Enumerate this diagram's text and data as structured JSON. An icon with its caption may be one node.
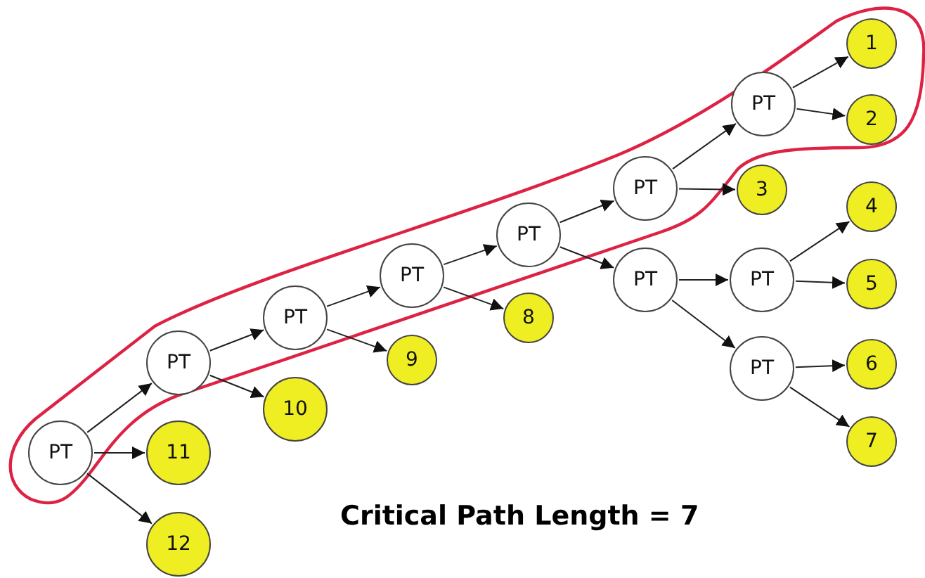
{
  "diagram": {
    "nodes": [
      {
        "text": [
          "PT"
        ]
      },
      {
        "text": [
          "PT"
        ]
      },
      {
        "text": [
          "PT"
        ]
      },
      {
        "text": [
          "PT"
        ]
      },
      {
        "text": [
          "PT"
        ]
      },
      {
        "text": [
          "PT"
        ]
      },
      {
        "text": [
          "PT"
        ]
      },
      {
        "text": [
          "PT"
        ]
      },
      {
        "text": [
          "PT"
        ]
      },
      {
        "text": [
          "PT"
        ]
      },
      {
        "text": [
          "1"
        ]
      },
      {
        "text": [
          "2"
        ]
      },
      {
        "text": [
          "3"
        ]
      },
      {
        "text": [
          "4"
        ]
      },
      {
        "text": [
          "5"
        ]
      },
      {
        "text": [
          "6"
        ]
      },
      {
        "text": [
          "7"
        ]
      },
      {
        "text": [
          "8"
        ]
      },
      {
        "text": [
          "9"
        ]
      },
      {
        "text": [
          "10"
        ]
      },
      {
        "text": [
          "11"
        ]
      },
      {
        "text": [
          "12"
        ]
      }
    ],
    "edges": [
      {
        "from": 0,
        "to": 1,
        "arrow": "to"
      },
      {
        "from": 0,
        "to": 20,
        "arrow": "to"
      },
      {
        "from": 0,
        "to": 21,
        "arrow": "to"
      },
      {
        "from": 1,
        "to": 2,
        "arrow": "to"
      },
      {
        "from": 1,
        "to": 19,
        "arrow": "to"
      },
      {
        "from": 2,
        "to": 3,
        "arrow": "to"
      },
      {
        "from": 2,
        "to": 18,
        "arrow": "to"
      },
      {
        "from": 3,
        "to": 4,
        "arrow": "to"
      },
      {
        "from": 3,
        "to": 17,
        "arrow": "to"
      },
      {
        "from": 4,
        "to": 5,
        "arrow": "to"
      },
      {
        "from": 4,
        "to": 7,
        "arrow": "to"
      },
      {
        "from": 5,
        "to": 6,
        "arrow": "to"
      },
      {
        "from": 5,
        "to": 12,
        "arrow": "to"
      },
      {
        "from": 6,
        "to": 10,
        "arrow": "to"
      },
      {
        "from": 6,
        "to": 11,
        "arrow": "to"
      },
      {
        "from": 7,
        "to": 8,
        "arrow": "to"
      },
      {
        "from": 7,
        "to": 9,
        "arrow": "to"
      },
      {
        "from": 8,
        "to": 13,
        "arrow": "to"
      },
      {
        "from": 8,
        "to": 14,
        "arrow": "to"
      },
      {
        "from": 9,
        "to": 15,
        "arrow": "to"
      },
      {
        "from": 9,
        "to": 16,
        "arrow": "to"
      }
    ],
    "labels": [
      "Critical Path Length = 7"
    ]
  }
}
